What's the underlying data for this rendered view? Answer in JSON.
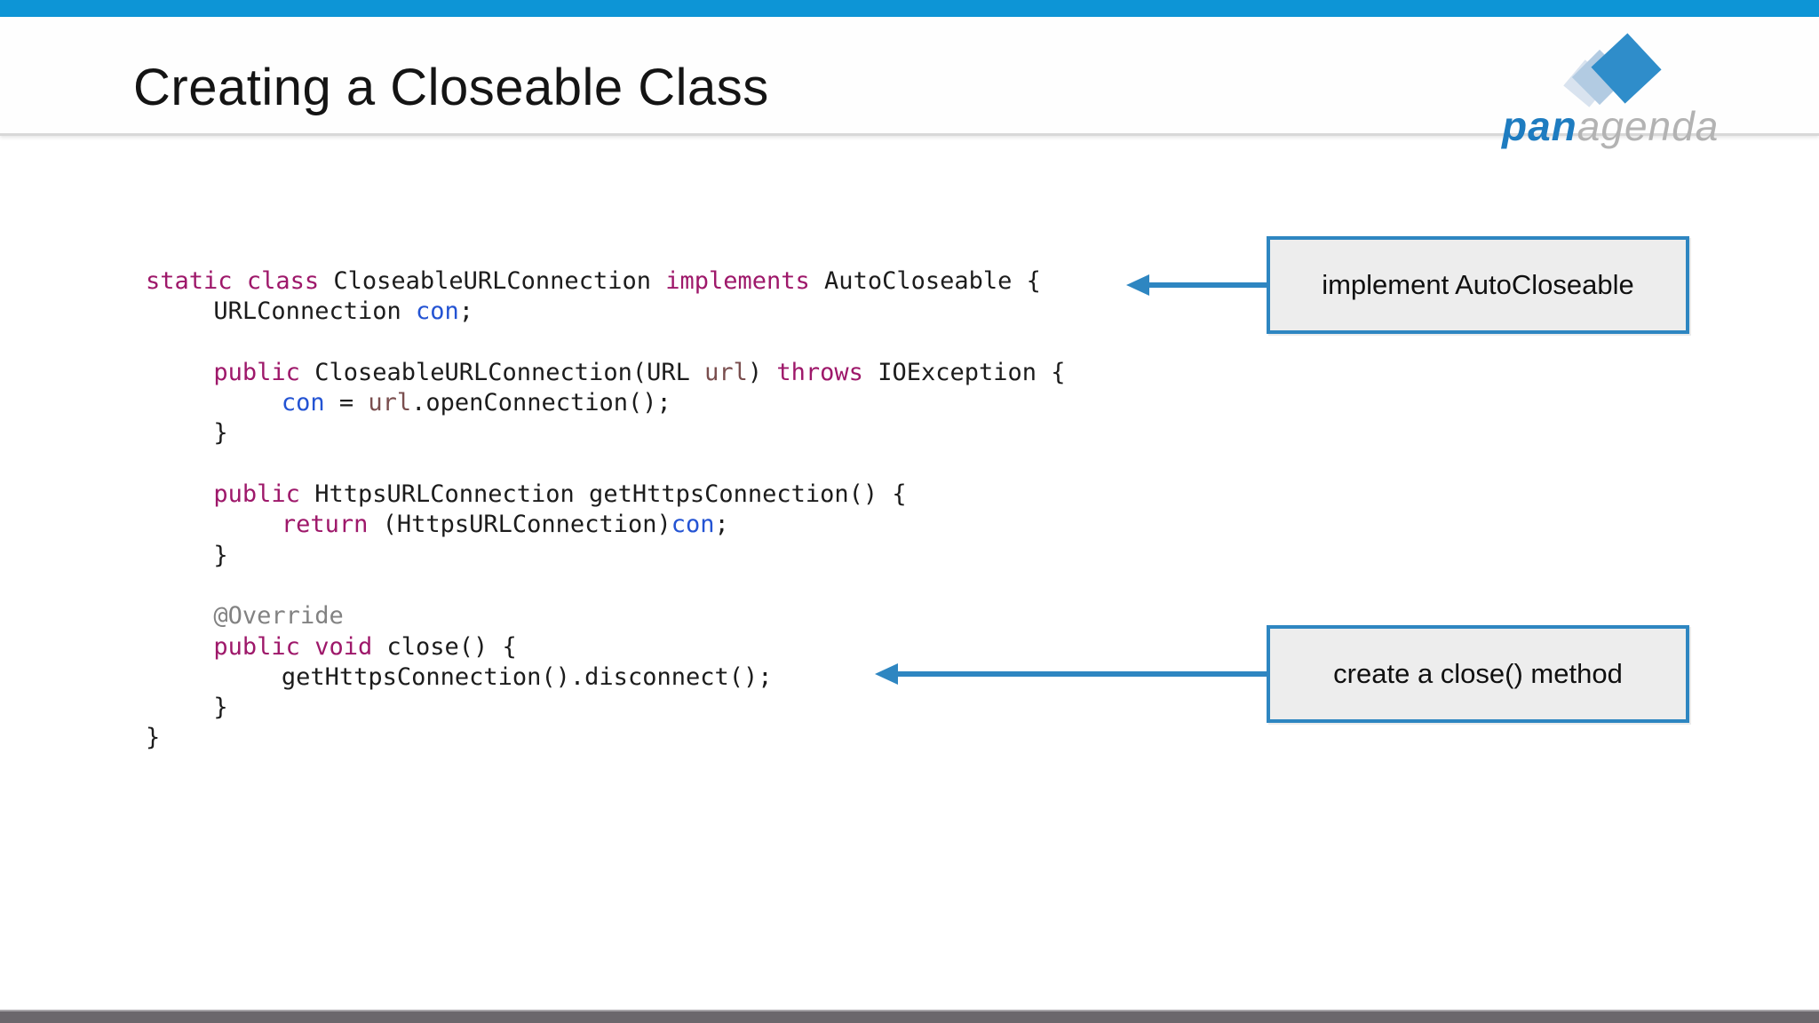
{
  "slide": {
    "title": "Creating a Closeable Class",
    "logo": {
      "bold": "pan",
      "light": "agenda"
    },
    "colors": {
      "topbar_blue": "#0D95D6",
      "accent_blue": "#2E86C1",
      "logo_blue": "#1E7CC0",
      "logo_gray": "#B3B3B3",
      "keyword_magenta": "#9E186A",
      "field_blue": "#2353D3",
      "variable_brown": "#7A4E4E",
      "annotation_gray": "#828282",
      "callout_fill": "#EDEDED",
      "footer_gray": "#6B676C"
    }
  },
  "callouts": [
    {
      "label": "implement AutoCloseable"
    },
    {
      "label": "create a close() method"
    }
  ],
  "code": {
    "lines": [
      [
        {
          "t": "static",
          "c": "k"
        },
        {
          "t": " ",
          "c": "p"
        },
        {
          "t": "class",
          "c": "k"
        },
        {
          "t": " CloseableURLConnection ",
          "c": "p"
        },
        {
          "t": "implements",
          "c": "k"
        },
        {
          "t": " AutoCloseable {",
          "c": "p"
        }
      ],
      [
        {
          "t": "\tURLConnection ",
          "c": "p"
        },
        {
          "t": "con",
          "c": "f"
        },
        {
          "t": ";",
          "c": "p"
        }
      ],
      [],
      [
        {
          "t": "\t",
          "c": "p"
        },
        {
          "t": "public",
          "c": "k"
        },
        {
          "t": " CloseableURLConnection(URL ",
          "c": "p"
        },
        {
          "t": "url",
          "c": "v"
        },
        {
          "t": ") ",
          "c": "p"
        },
        {
          "t": "throws",
          "c": "k"
        },
        {
          "t": " IOException {",
          "c": "p"
        }
      ],
      [
        {
          "t": "\t\t",
          "c": "p"
        },
        {
          "t": "con",
          "c": "f"
        },
        {
          "t": " = ",
          "c": "p"
        },
        {
          "t": "url",
          "c": "v"
        },
        {
          "t": ".openConnection();",
          "c": "p"
        }
      ],
      [
        {
          "t": "\t}",
          "c": "p"
        }
      ],
      [],
      [
        {
          "t": "\t",
          "c": "p"
        },
        {
          "t": "public",
          "c": "k"
        },
        {
          "t": " HttpsURLConnection getHttpsConnection() {",
          "c": "p"
        }
      ],
      [
        {
          "t": "\t\t",
          "c": "p"
        },
        {
          "t": "return",
          "c": "k"
        },
        {
          "t": " (HttpsURLConnection)",
          "c": "p"
        },
        {
          "t": "con",
          "c": "f"
        },
        {
          "t": ";",
          "c": "p"
        }
      ],
      [
        {
          "t": "\t}",
          "c": "p"
        }
      ],
      [],
      [
        {
          "t": "\t",
          "c": "p"
        },
        {
          "t": "@Override",
          "c": "a"
        }
      ],
      [
        {
          "t": "\t",
          "c": "p"
        },
        {
          "t": "public",
          "c": "k"
        },
        {
          "t": " ",
          "c": "p"
        },
        {
          "t": "void",
          "c": "k"
        },
        {
          "t": " close() {",
          "c": "p"
        }
      ],
      [
        {
          "t": "\t\tgetHttpsConnection().disconnect();",
          "c": "p"
        }
      ],
      [
        {
          "t": "\t}",
          "c": "p"
        }
      ],
      [
        {
          "t": "}",
          "c": "p"
        }
      ]
    ]
  }
}
